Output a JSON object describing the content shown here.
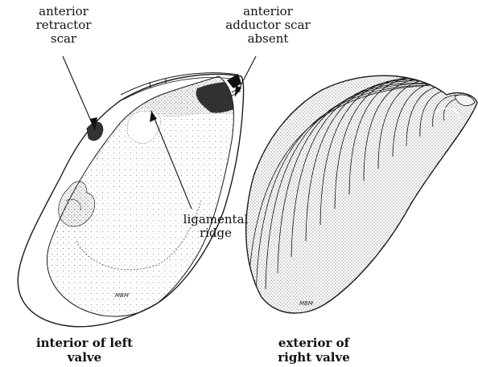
{
  "labels": {
    "anterior_retractor_scar": [
      "anterior",
      "retractor",
      "scar"
    ],
    "anterior_adductor_scar": [
      "anterior",
      "adductor scar",
      "absent"
    ],
    "ligamental_ridge": [
      "ligamental",
      "ridge"
    ]
  },
  "captions": {
    "interior": [
      "interior of left",
      "valve"
    ],
    "exterior": [
      "exterior of",
      "right valve"
    ]
  },
  "signature": "MBM"
}
